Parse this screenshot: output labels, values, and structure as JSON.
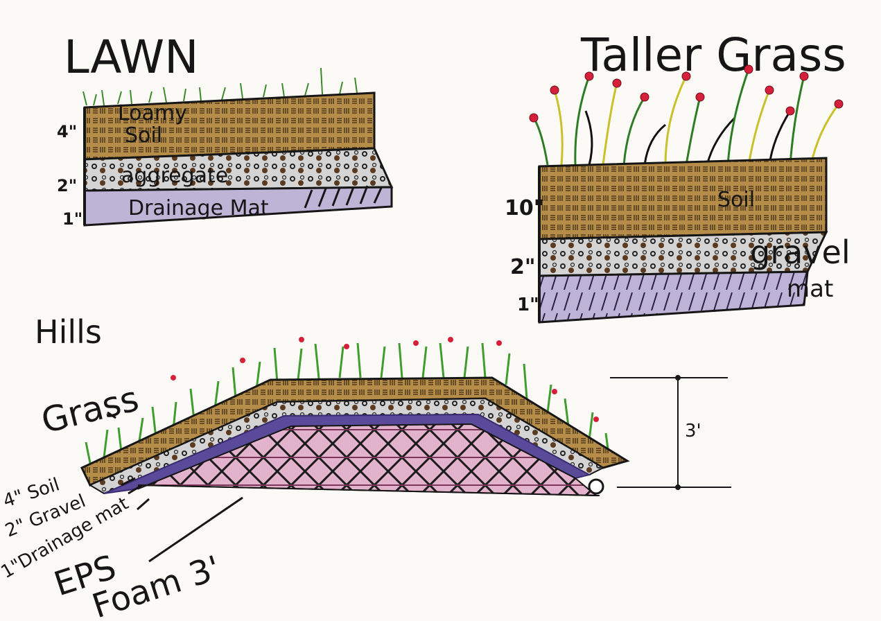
{
  "lawn": {
    "title": "LAWN",
    "layers": [
      {
        "label": "Loamy",
        "label2": "Soil",
        "depth": "4\""
      },
      {
        "label": "aggregate",
        "depth": "2\""
      },
      {
        "label": "Drainage Mat",
        "depth": "1\""
      }
    ]
  },
  "taller": {
    "title": "Taller Grass",
    "layers": [
      {
        "label": "Soil",
        "depth": "10\""
      },
      {
        "label": "gravel",
        "depth": "2\""
      },
      {
        "label": "mat",
        "depth": "1\""
      }
    ]
  },
  "hills": {
    "title": "Hills",
    "grass_label": "Grass",
    "layers": [
      "4\" Soil",
      "2\" Gravel",
      "1\"Drainage mat"
    ],
    "foam_label": "EPS",
    "foam_label2": "Foam 3'",
    "height_label": "3'"
  },
  "colors": {
    "soil": "#b08a4a",
    "gravel": "#cfcfcf",
    "mat": "#b9b0d4",
    "grass": "#3f9d2e",
    "foam": "#d9a6c4",
    "ink": "#161616"
  }
}
